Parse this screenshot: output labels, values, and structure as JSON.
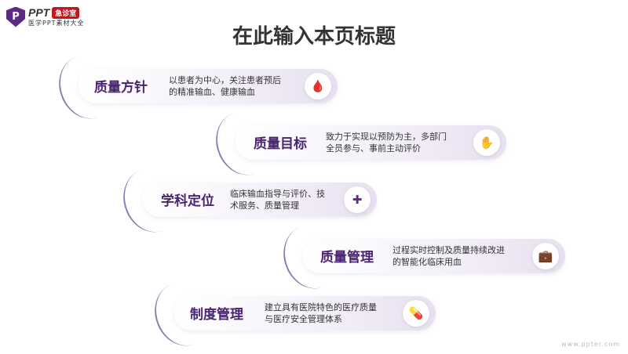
{
  "logo": {
    "mark": "P",
    "name": "PPT",
    "badge": "急诊室",
    "tagline": "医学PPT素材大全"
  },
  "title": "在此输入本页标题",
  "items": [
    {
      "title": "质量方针",
      "desc": "以患者为中心，关注患者预后的精准输血、健康输血",
      "icon": "blood-bag-icon",
      "glyph": "🩸"
    },
    {
      "title": "质量目标",
      "desc": "致力于实现以预防为主，多部门全员参与、事前主动评价",
      "icon": "hand-care-icon",
      "glyph": "✋"
    },
    {
      "title": "学科定位",
      "desc": "临床输血指导与评价、技术服务、质量管理",
      "icon": "hospital-bed-icon",
      "glyph": "✚"
    },
    {
      "title": "质量管理",
      "desc": "过程实时控制及质量持续改进的智能化临床用血",
      "icon": "medical-kit-icon",
      "glyph": "💼"
    },
    {
      "title": "制度管理",
      "desc": "建立具有医院特色的医疗质量与医疗安全管理体系",
      "icon": "pill-icon",
      "glyph": "💊"
    }
  ],
  "watermark": "www.ppter.com"
}
